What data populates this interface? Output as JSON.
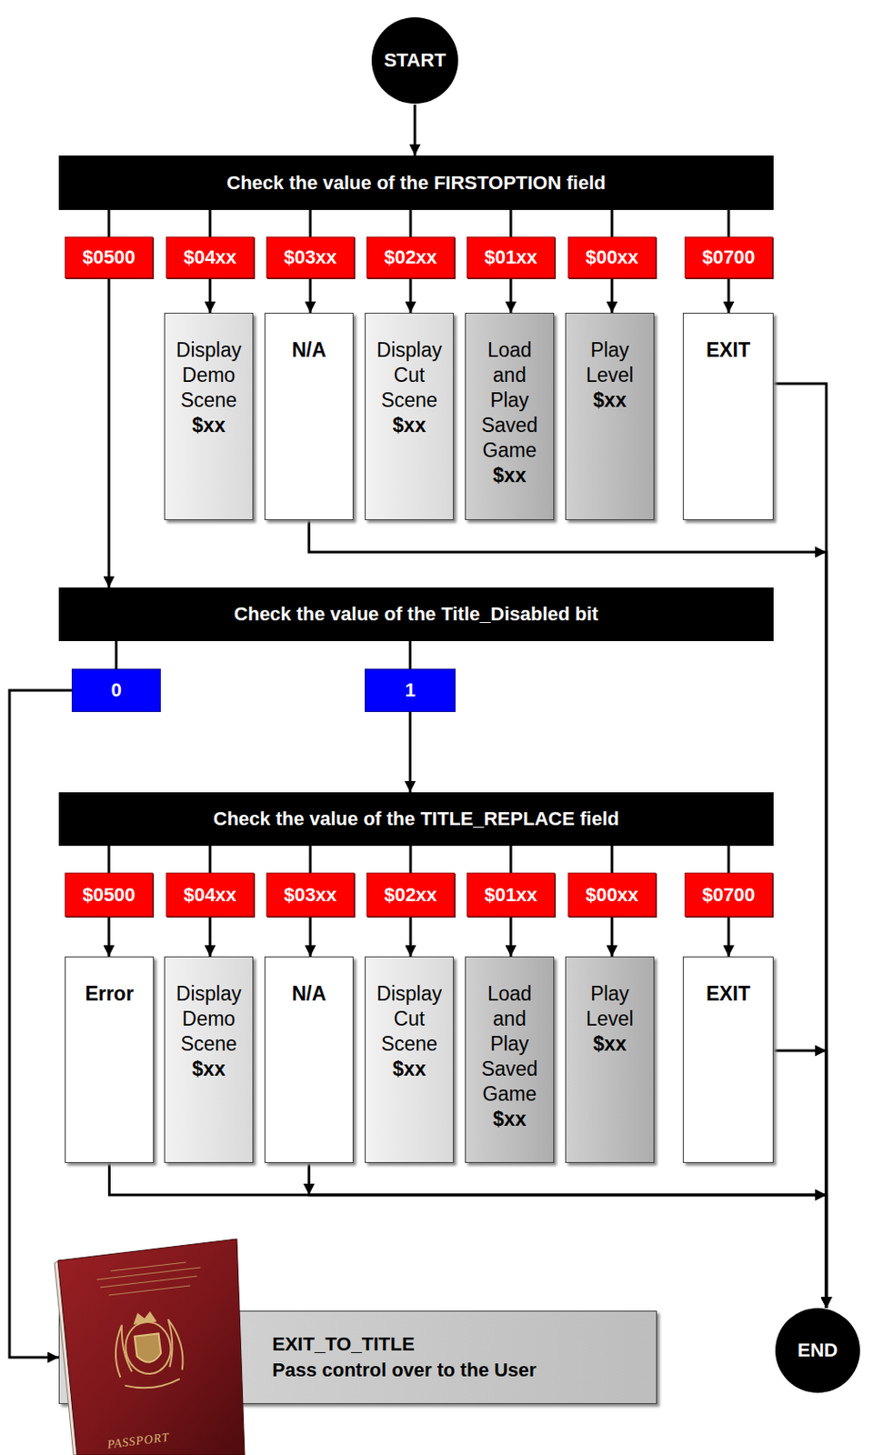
{
  "diagram": {
    "nodes": [
      {
        "text": [
          "START"
        ]
      },
      {
        "text": [
          "Check the value of the FIRSTOPTION field"
        ]
      },
      {
        "text": [
          "$0500"
        ]
      },
      {
        "text": [
          "$04xx"
        ]
      },
      {
        "text": [
          "$03xx"
        ]
      },
      {
        "text": [
          "$02xx"
        ]
      },
      {
        "text": [
          "$01xx"
        ]
      },
      {
        "text": [
          "$00xx"
        ]
      },
      {
        "text": [
          "$0700"
        ]
      },
      {
        "text": [
          "Display Demo Scene",
          "$xx"
        ]
      },
      {
        "text": [
          "N/A"
        ]
      },
      {
        "text": [
          "Display Cut Scene",
          "$xx"
        ]
      },
      {
        "text": [
          "Load and Play Saved Game",
          "$xx"
        ]
      },
      {
        "text": [
          "Play Level",
          "$xx"
        ]
      },
      {
        "text": [
          "EXIT"
        ]
      },
      {
        "text": [
          "Check the value of the Title_Disabled bit"
        ]
      },
      {
        "text": [
          "0"
        ]
      },
      {
        "text": [
          "1"
        ]
      },
      {
        "text": [
          "Check the value of the TITLE_REPLACE field"
        ]
      },
      {
        "text": [
          "$0500"
        ]
      },
      {
        "text": [
          "$04xx"
        ]
      },
      {
        "text": [
          "$03xx"
        ]
      },
      {
        "text": [
          "$02xx"
        ]
      },
      {
        "text": [
          "$01xx"
        ]
      },
      {
        "text": [
          "$00xx"
        ]
      },
      {
        "text": [
          "$0700"
        ]
      },
      {
        "text": [
          "Error"
        ]
      },
      {
        "text": [
          "Display Demo Scene",
          "$xx"
        ]
      },
      {
        "text": [
          "N/A"
        ]
      },
      {
        "text": [
          "Display Cut Scene",
          "$xx"
        ]
      },
      {
        "text": [
          "Load and Play Saved Game",
          "$xx"
        ]
      },
      {
        "text": [
          "Play Level",
          "$xx"
        ]
      },
      {
        "text": [
          "EXIT"
        ]
      },
      {
        "text": [
          "EXIT_TO_TITLE",
          "Pass control over to the User"
        ]
      },
      {
        "text": [
          "END"
        ]
      }
    ],
    "edges": [
      {
        "from": 0,
        "to": 1,
        "arrow": "to"
      },
      {
        "from": 1,
        "to": 2,
        "arrow": "none"
      },
      {
        "from": 1,
        "to": 3,
        "arrow": "none"
      },
      {
        "from": 1,
        "to": 4,
        "arrow": "none"
      },
      {
        "from": 1,
        "to": 5,
        "arrow": "none"
      },
      {
        "from": 1,
        "to": 6,
        "arrow": "none"
      },
      {
        "from": 1,
        "to": 7,
        "arrow": "none"
      },
      {
        "from": 1,
        "to": 8,
        "arrow": "none"
      },
      {
        "from": 3,
        "to": 9,
        "arrow": "to"
      },
      {
        "from": 4,
        "to": 10,
        "arrow": "to"
      },
      {
        "from": 5,
        "to": 11,
        "arrow": "to"
      },
      {
        "from": 6,
        "to": 12,
        "arrow": "to"
      },
      {
        "from": 7,
        "to": 13,
        "arrow": "to"
      },
      {
        "from": 8,
        "to": 14,
        "arrow": "to"
      },
      {
        "from": 2,
        "to": 15,
        "arrow": "to"
      },
      {
        "from": 10,
        "to": 34,
        "arrow": "to"
      },
      {
        "from": 14,
        "to": 34,
        "arrow": "to"
      },
      {
        "from": 15,
        "to": 16,
        "arrow": "none"
      },
      {
        "from": 15,
        "to": 17,
        "arrow": "none"
      },
      {
        "from": 16,
        "to": 33,
        "arrow": "to"
      },
      {
        "from": 17,
        "to": 18,
        "arrow": "to"
      },
      {
        "from": 18,
        "to": 19,
        "arrow": "none"
      },
      {
        "from": 18,
        "to": 20,
        "arrow": "none"
      },
      {
        "from": 18,
        "to": 21,
        "arrow": "none"
      },
      {
        "from": 18,
        "to": 22,
        "arrow": "none"
      },
      {
        "from": 18,
        "to": 23,
        "arrow": "none"
      },
      {
        "from": 18,
        "to": 24,
        "arrow": "none"
      },
      {
        "from": 18,
        "to": 25,
        "arrow": "none"
      },
      {
        "from": 19,
        "to": 26,
        "arrow": "to"
      },
      {
        "from": 20,
        "to": 27,
        "arrow": "to"
      },
      {
        "from": 21,
        "to": 28,
        "arrow": "to"
      },
      {
        "from": 22,
        "to": 29,
        "arrow": "to"
      },
      {
        "from": 23,
        "to": 30,
        "arrow": "to"
      },
      {
        "from": 24,
        "to": 31,
        "arrow": "to"
      },
      {
        "from": 25,
        "to": 32,
        "arrow": "to"
      },
      {
        "from": 26,
        "to": 34,
        "arrow": "to"
      },
      {
        "from": 28,
        "to": 34,
        "arrow": "to"
      },
      {
        "from": 32,
        "to": 34,
        "arrow": "to"
      }
    ],
    "labels": [
      "PASSPORT"
    ]
  }
}
